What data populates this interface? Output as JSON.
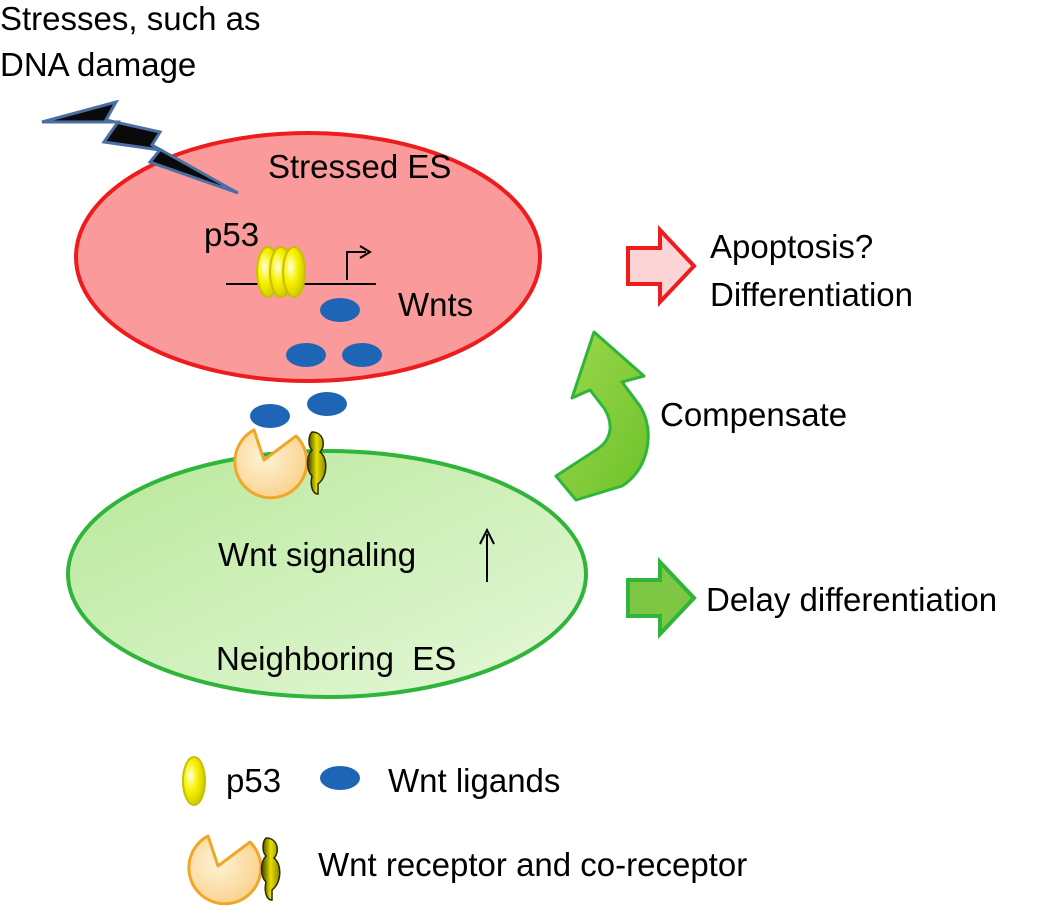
{
  "stress_label": {
    "line1": "Stresses, such as",
    "line2": "DNA damage"
  },
  "stressed_cell": {
    "label": "Stressed ES",
    "p53_label": "p53",
    "wnts_label": "Wnts"
  },
  "outcomes": {
    "stressed": {
      "line1": "Apoptosis?",
      "line2": "Differentiation"
    },
    "compensate": "Compensate",
    "neighbor": "Delay differentiation"
  },
  "neighbor_cell": {
    "signal_label": "Wnt signaling",
    "signal_arrow": "↑",
    "label": "Neighboring  ES"
  },
  "legend": {
    "p53": "p53",
    "wnt_ligands": "Wnt ligands",
    "receptor": "Wnt receptor and co-receptor"
  },
  "colors": {
    "stressed_fill": "#fa9a9a",
    "stressed_stroke": "#ee1c1c",
    "neighbor_fill": "#c9eeb0",
    "neighbor_stroke": "#2fb53a",
    "p53": "#f5f000",
    "ligand": "#1f65b5",
    "receptor_fill": "#fbd89a",
    "receptor_stroke": "#f0a728",
    "bolt": "#0a0a0a"
  }
}
